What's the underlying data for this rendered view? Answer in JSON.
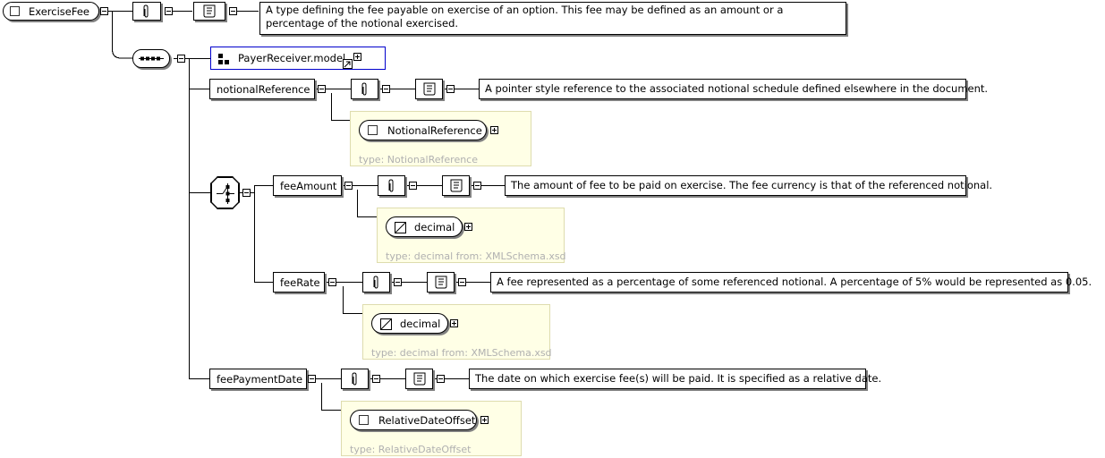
{
  "root": {
    "name": "ExerciseFee",
    "documentation": "A type defining the fee payable on exercise of an option. This fee may be defined as an amount or a percentage of the notional exercised."
  },
  "group_ref": {
    "name": "PayerReceiver.model"
  },
  "elements": {
    "notionalReference": {
      "name": "notionalReference",
      "documentation": "A pointer style reference to the associated notional schedule defined elsewhere in the document.",
      "type_name": "NotionalReference",
      "type_label": "type: NotionalReference"
    },
    "feeAmount": {
      "name": "feeAmount",
      "documentation": "The amount of fee to be paid on exercise. The fee currency is that of the referenced notional.",
      "type_name": "decimal",
      "type_label": "type: decimal from: XMLSchema.xsd"
    },
    "feeRate": {
      "name": "feeRate",
      "documentation": "A fee represented as a percentage of some referenced notional. A percentage of 5% would be represented as 0.05.",
      "type_name": "decimal",
      "type_label": "type: decimal from: XMLSchema.xsd"
    },
    "feePaymentDate": {
      "name": "feePaymentDate",
      "documentation": "The date on which exercise fee(s) will be paid. It is specified as a relative date.",
      "type_name": "RelativeDateOffset",
      "type_label": "type: RelativeDateOffset"
    }
  },
  "icons": {
    "element": "complex-type-icon",
    "annotation": "paperclip-icon",
    "documentation": "scroll-icon",
    "sequence": "sequence-icon",
    "choice": "choice-icon",
    "simple_type": "simple-type-icon"
  },
  "colors": {
    "type_box_fill": "#ffffe6",
    "type_box_border": "#dedcae",
    "type_label": "#b0b0b0",
    "group_ref_border": "#0000cc"
  }
}
